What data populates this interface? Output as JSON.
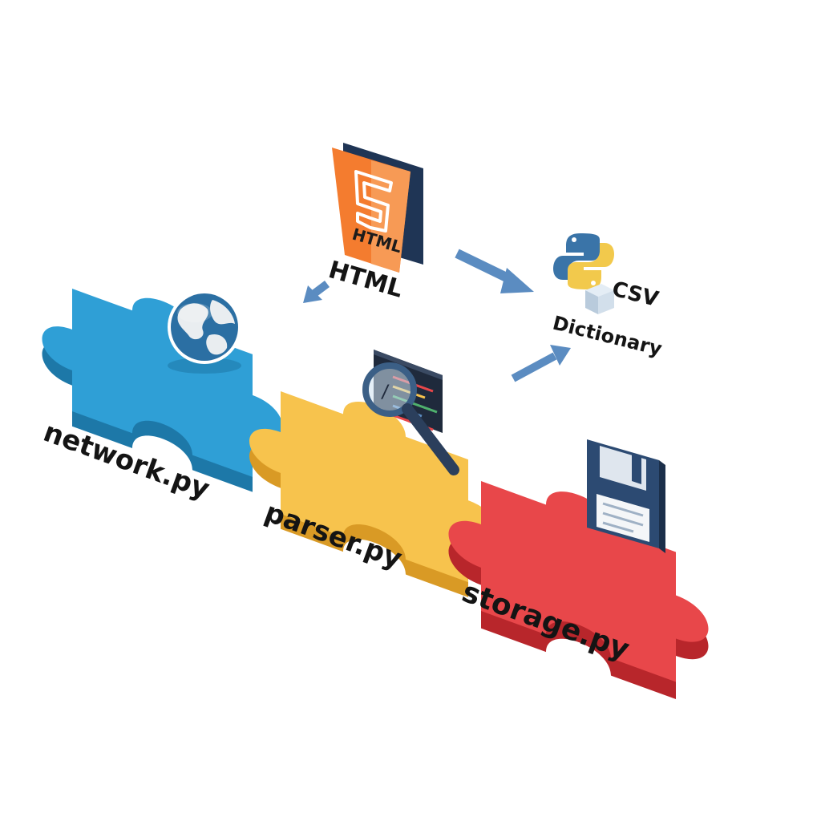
{
  "modules": {
    "network": {
      "label": "network.py",
      "icon": "globe-icon",
      "color": "#2f9fd6",
      "side": "#1d78a8"
    },
    "parser": {
      "label": "parser.py",
      "icon": "magnifier-code-icon",
      "color": "#f7c34d",
      "side": "#d99a25"
    },
    "storage": {
      "label": "storage.py",
      "icon": "floppy-disk-icon",
      "color": "#e8474a",
      "side": "#b8262b"
    }
  },
  "html_badge": {
    "text": "HTML",
    "icon": "html5-icon",
    "color": "#f47c2f"
  },
  "html_caption": "HTML",
  "outputs": {
    "csv": "CSV",
    "dictionary": "Dictionary",
    "icons": [
      "python-icon",
      "csv-cube-icon"
    ]
  },
  "arrows": {
    "color": "#5b8cc1"
  }
}
